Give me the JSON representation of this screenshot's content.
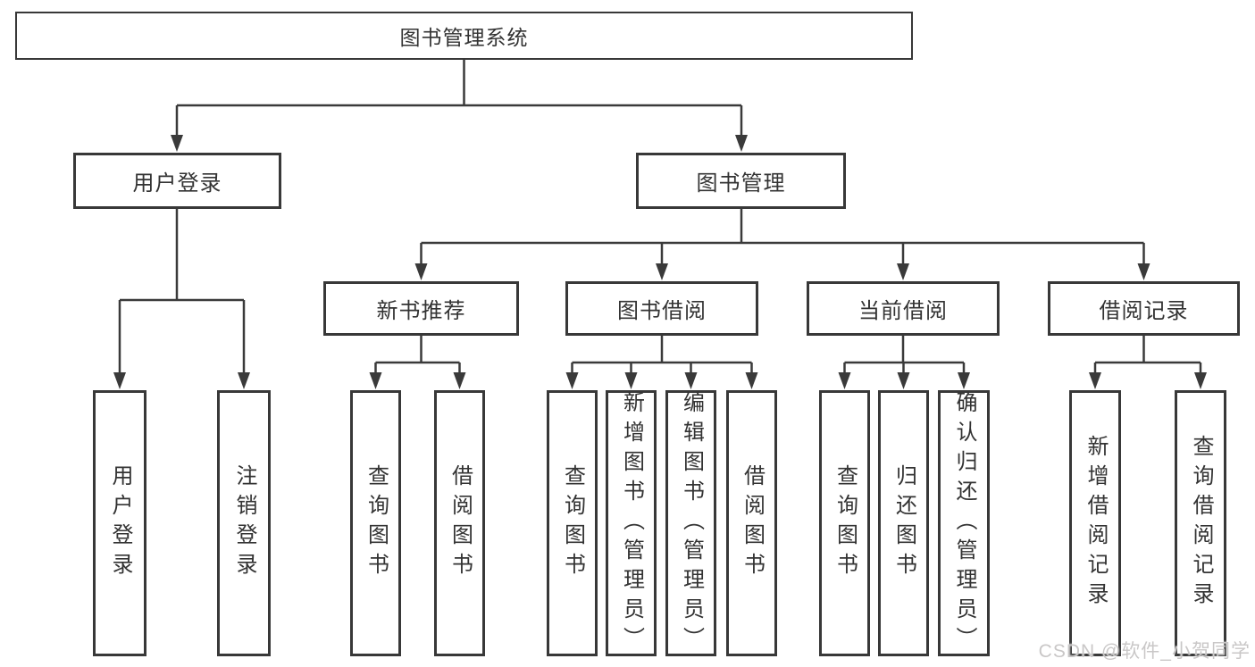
{
  "tree": {
    "root": {
      "label": "图书管理系统"
    },
    "branches": [
      {
        "label": "用户登录",
        "children": [
          {
            "label": "用户登录"
          },
          {
            "label": "注销登录"
          }
        ]
      },
      {
        "label": "图书管理",
        "children": [
          {
            "label": "新书推荐",
            "children": [
              {
                "label": "查询图书"
              },
              {
                "label": "借阅图书"
              }
            ]
          },
          {
            "label": "图书借阅",
            "children": [
              {
                "label": "查询图书"
              },
              {
                "label": "新增图书（管理员）"
              },
              {
                "label": "编辑图书（管理员）"
              },
              {
                "label": "借阅图书"
              }
            ]
          },
          {
            "label": "当前借阅",
            "children": [
              {
                "label": "查询图书"
              },
              {
                "label": "归还图书"
              },
              {
                "label": "确认归还（管理员）"
              }
            ]
          },
          {
            "label": "借阅记录",
            "children": [
              {
                "label": "新增借阅记录"
              },
              {
                "label": "查询借阅记录"
              }
            ]
          }
        ]
      }
    ]
  },
  "watermark": "CSDN @软件_小贺同学",
  "colors": {
    "line": "#3a3a3a",
    "border": "#383838",
    "text": "#333333",
    "watermark": "#c9c7c7"
  }
}
